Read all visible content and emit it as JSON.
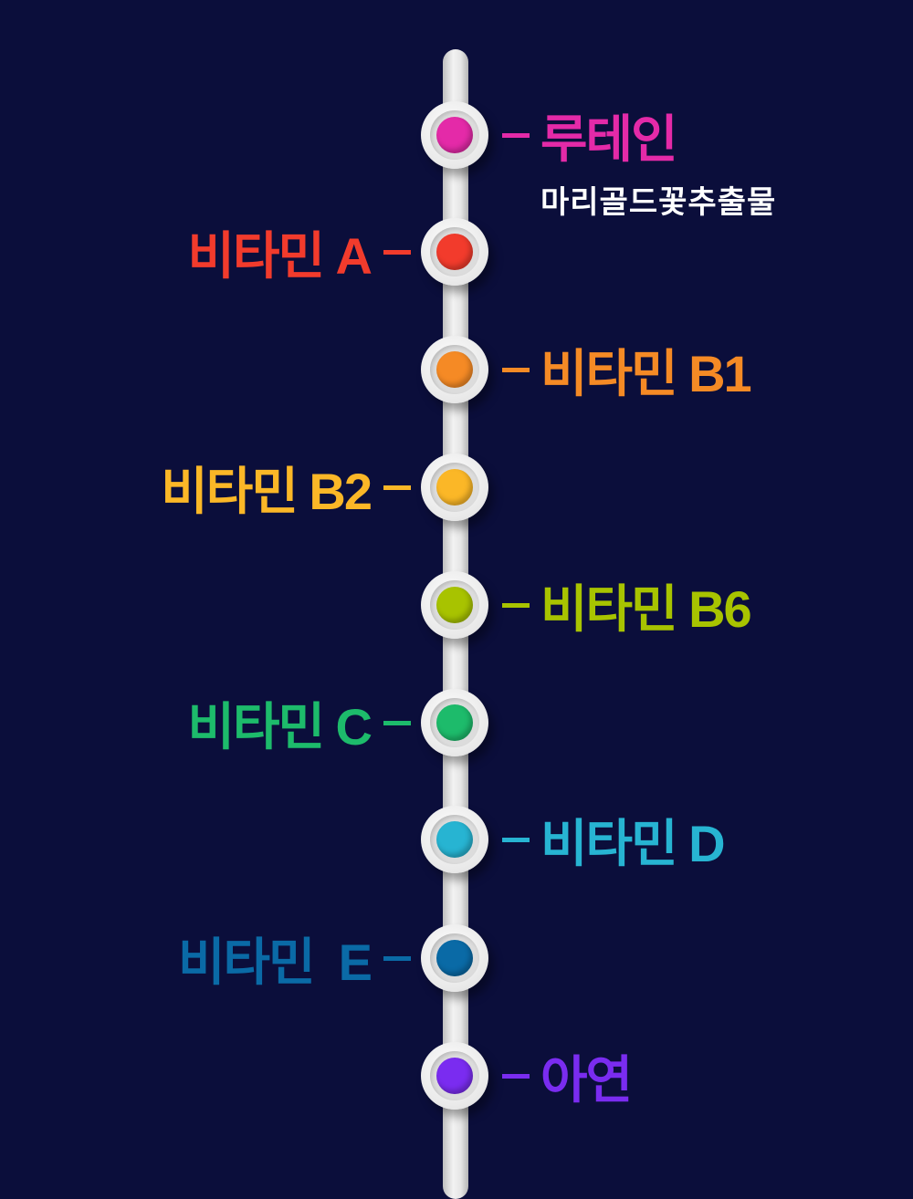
{
  "items": [
    {
      "label": "루테인",
      "side": "right",
      "color": "#e42aa8",
      "sub": "마리골드꽃추출물"
    },
    {
      "label": "비타민 A",
      "side": "left",
      "color": "#f23b2c"
    },
    {
      "label": "비타민 B1",
      "side": "right",
      "color": "#f58a25"
    },
    {
      "label": "비타민 B2",
      "side": "left",
      "color": "#fbb727"
    },
    {
      "label": "비타민 B6",
      "side": "right",
      "color": "#a8c300"
    },
    {
      "label": "비타민 C",
      "side": "left",
      "color": "#1dbb6b"
    },
    {
      "label": "비타민 D",
      "side": "right",
      "color": "#27b4d2"
    },
    {
      "label": "비타민  E",
      "side": "left",
      "color": "#0a6aa6"
    },
    {
      "label": "아연",
      "side": "right",
      "color": "#7a2cf0"
    }
  ]
}
